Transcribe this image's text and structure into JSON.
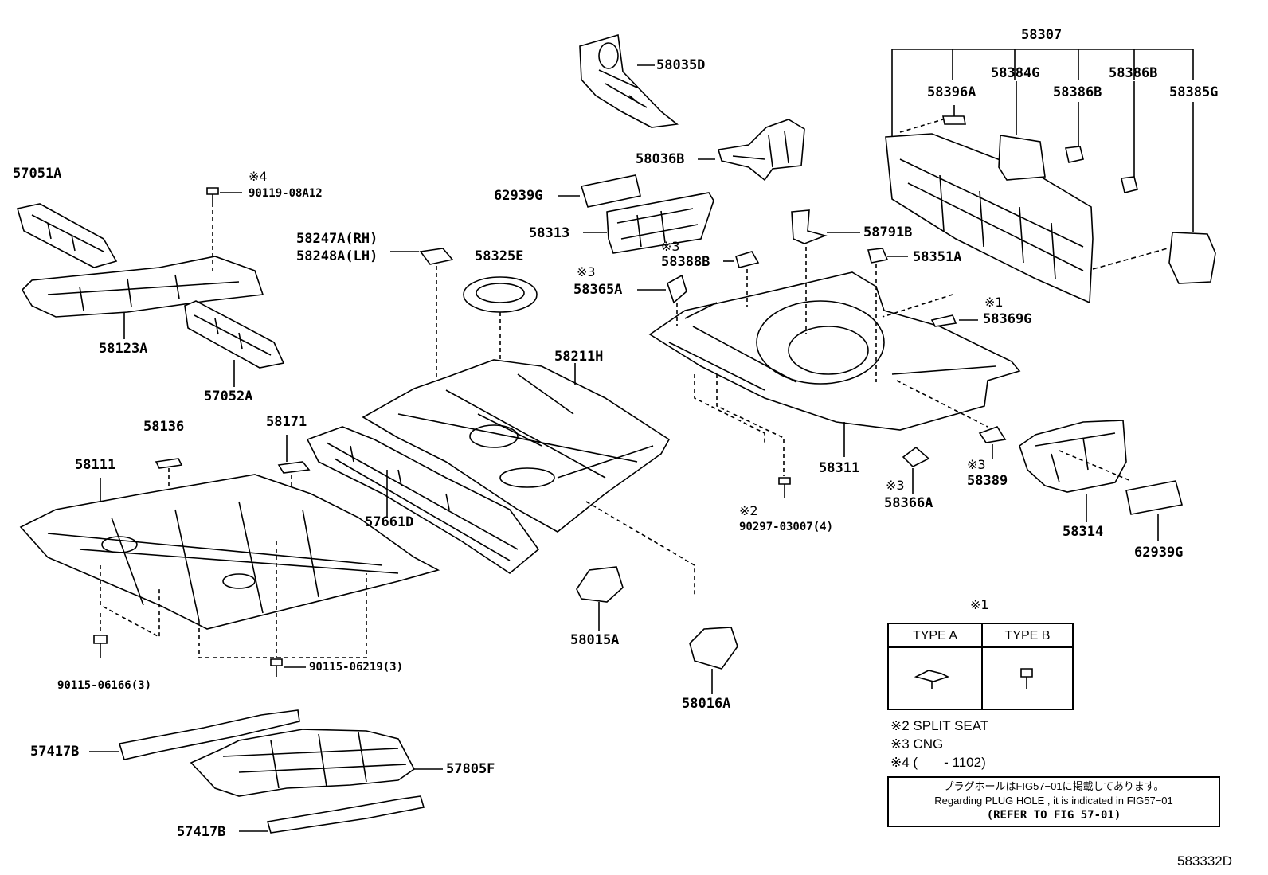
{
  "parts": {
    "p58307": "58307",
    "p58384G": "58384G",
    "p58386B_a": "58386B",
    "p58386B_b": "58386B",
    "p58385G": "58385G",
    "p58396A": "58396A",
    "p58035D": "58035D",
    "p58036B": "58036B",
    "p62939G_a": "62939G",
    "p58313": "58313",
    "p58247A": "58247A(RH)",
    "p58248A": "58248A(LH)",
    "p58325E": "58325E",
    "p58388B": "58388B",
    "p58365A": "58365A",
    "p58791B": "58791B",
    "p58351A": "58351A",
    "p58369G": "58369G",
    "p57051A": "57051A",
    "p90119": "90119-08A12",
    "p58123A": "58123A",
    "p57052A": "57052A",
    "p58211H": "58211H",
    "p58136": "58136",
    "p58171": "58171",
    "p58111": "58111",
    "p57661D": "57661D",
    "p58311": "58311",
    "p58389": "58389",
    "p58366A": "58366A",
    "p90297": "90297-03007(4)",
    "p58314": "58314",
    "p62939G_b": "62939G",
    "p58015A": "58015A",
    "p58016A": "58016A",
    "p90115_06166": "90115-06166(3)",
    "p90115_06219": "90115-06219(3)",
    "p57417B_a": "57417B",
    "p57805F": "57805F",
    "p57417B_b": "57417B"
  },
  "marks": {
    "m1": "※1",
    "m1b": "※1",
    "m2": "※2",
    "m3a": "※3",
    "m3b": "※3",
    "m3c": "※3",
    "m3d": "※3",
    "m4": "※4"
  },
  "type_table": {
    "type_a": "TYPE A",
    "type_b": "TYPE B"
  },
  "notes": {
    "n2": "※2 SPLIT SEAT",
    "n3": "※3 CNG",
    "n4": "※4 (       - 1102)"
  },
  "reference": {
    "line1": "プラグホールはFIG57−01に掲載してあります。",
    "line2": "Regarding PLUG HOLE , it is indicated in FIG57−01",
    "line3": "(REFER TO FIG 57-01)"
  },
  "diagram_code": "583332D"
}
